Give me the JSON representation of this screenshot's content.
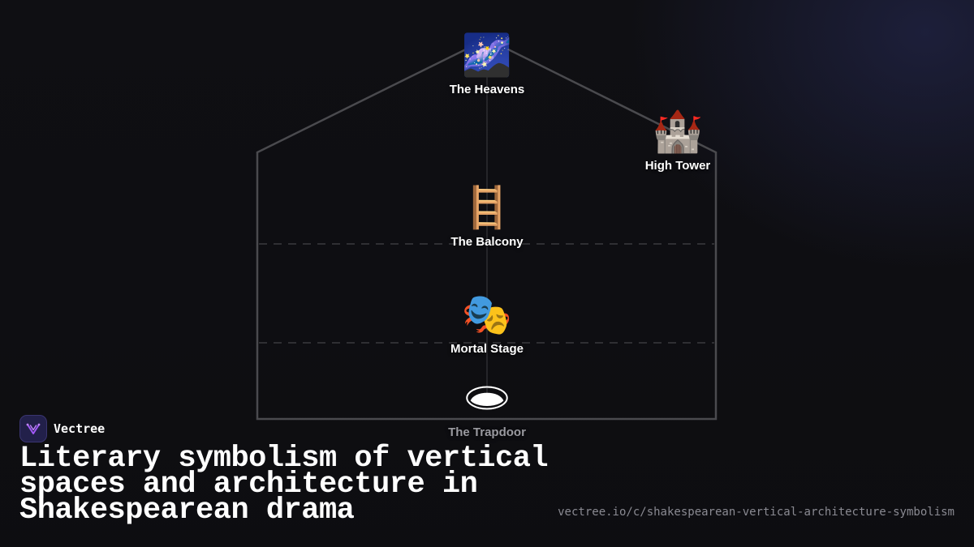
{
  "diagram": {
    "nodes": [
      {
        "id": "heavens",
        "label": "The Heavens",
        "icon": "🌌",
        "icon_name": "milky-way-icon"
      },
      {
        "id": "high-tower",
        "label": "High Tower",
        "icon": "🏰",
        "icon_name": "castle-icon"
      },
      {
        "id": "balcony",
        "label": "The Balcony",
        "icon": "🪜",
        "icon_name": "ladder-icon"
      },
      {
        "id": "mortal-stage",
        "label": "Mortal Stage",
        "icon": "🎭",
        "icon_name": "theater-masks-icon"
      },
      {
        "id": "trapdoor",
        "label": "The Trapdoor",
        "icon": "🕳",
        "icon_name": "hole-icon"
      }
    ],
    "colors": {
      "outline": "#4a4a4e",
      "dashed": "#3a3a3e",
      "label": "#ffffff",
      "label_dim": "#9a9aa0"
    }
  },
  "brand": {
    "name": "Vectree",
    "logo_icon": "vectree-logo-icon",
    "logo_color": "#a259f7"
  },
  "title": "Literary symbolism of vertical spaces and architecture in Shakespearean drama",
  "url": "vectree.io/c/shakespearean-vertical-architecture-symbolism"
}
